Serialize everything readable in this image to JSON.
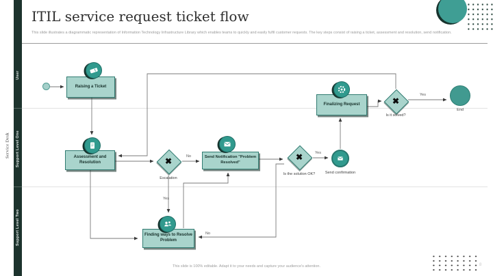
{
  "slide": {
    "title": "ITIL service request ticket flow",
    "subtitle": "This slide illustrates a diagrammatic representation of Information Technology Infrastructure Library which enables teams to quickly and easily fulfil customer requests. The key steps consist of raising a ticket, assessment and resolution, send notification.",
    "footer": "This slide is 100% editable. Adapt it to your needs and capture your audience's attention.",
    "page_number": "8"
  },
  "sidebar": {
    "group_label": "Service Desk",
    "lanes": [
      "User",
      "Support Level One",
      "Support Level Two"
    ]
  },
  "flow": {
    "decision_glyph": "✖",
    "nodes": {
      "raising_ticket": {
        "label": "Raising a Ticket",
        "icon": "ticket-icon"
      },
      "assessment": {
        "label": "Assessment and Resolution",
        "icon": "clipboard-icon"
      },
      "escalation": {
        "label": "Escalation"
      },
      "send_notification": {
        "label": "Send Notification \"Problem Resolved\"",
        "icon": "envelope-icon"
      },
      "solution_ok": {
        "label": "Is the solution OK?"
      },
      "send_confirmation": {
        "label": "Send confirmation",
        "icon": "mail-icon"
      },
      "finalizing_request": {
        "label": "Finalizing Request",
        "icon": "gear-icon"
      },
      "is_it_solved": {
        "label": "Is it solved?"
      },
      "finding_ways": {
        "label": "Finding ways to Resolve Problem",
        "icon": "team-icon"
      },
      "end": {
        "label": "End"
      }
    },
    "edge_labels": {
      "escalation_no": "No",
      "escalation_yes": "Yes",
      "solution_ok_yes": "Yes",
      "solution_ok_no": "No",
      "solved_yes": "Yes"
    }
  },
  "colors": {
    "accent_teal": "#3f9e94",
    "node_fill": "#a9d4cc",
    "node_border": "#2f7a70",
    "dark_bar": "#1d332d",
    "connector_gray": "#777777"
  }
}
